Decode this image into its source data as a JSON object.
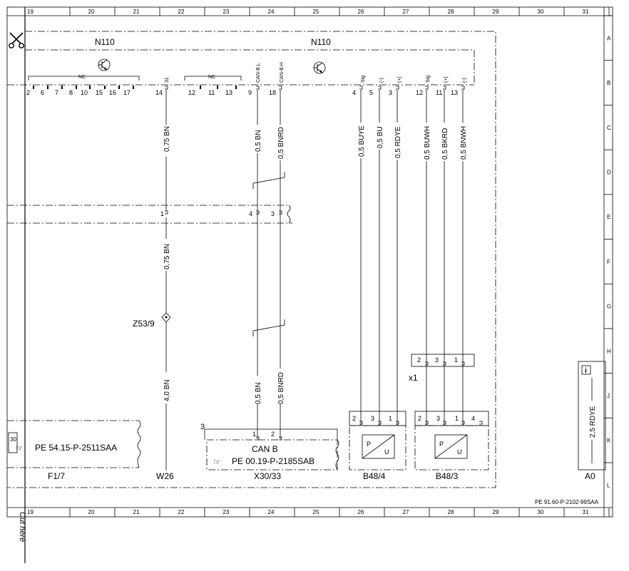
{
  "grid": {
    "columns": [
      "19",
      "20",
      "21",
      "22",
      "23",
      "24",
      "25",
      "26",
      "27",
      "28",
      "29",
      "30",
      "31"
    ],
    "rows": [
      "A",
      "B",
      "C",
      "D",
      "E",
      "F",
      "G",
      "H",
      "J",
      "K",
      "L"
    ]
  },
  "cut_label": "Cut here",
  "doc_ref": "PE 91.60-P-2102-99SAA",
  "n110": {
    "label_left": "N110",
    "label_right": "N110",
    "nc_left": "NC",
    "nc_right": "NC",
    "pins_left_group": [
      "2",
      "6",
      "7",
      "8",
      "10",
      "15",
      "16",
      "17"
    ],
    "pin14": "14",
    "pin14_sup": "31",
    "pins_mid_group": [
      "12",
      "11",
      "13"
    ],
    "pin9": "9",
    "pin9_sup": "CAN-B L",
    "pin18": "18",
    "pin18_sup": "CAN-B H",
    "pins_b48_4": [
      {
        "num": "4",
        "sup": "Sig"
      },
      {
        "num": "5",
        "sup": "(-)"
      },
      {
        "num": "3",
        "sup": "(+)"
      }
    ],
    "pins_b48_3": [
      {
        "num": "12",
        "sup": "Sig"
      },
      {
        "num": "11",
        "sup": "(+)"
      },
      {
        "num": "13",
        "sup": "(-)"
      }
    ]
  },
  "wires": {
    "w14_top": "0,75 BN",
    "w14_mid": "0,75 BN",
    "w14_bot": "4,0 BN",
    "w9_top": "0,5 BN",
    "w18_top": "0,5 BNRD",
    "w9_bot": "0,5 BN",
    "w18_bot": "0,5 BNRD",
    "b48_4": [
      "0,5 BUYE",
      "0,5 BU",
      "0,5 RDYE"
    ],
    "b48_3": [
      "0,5 BUWH",
      "0,5 BKRD",
      "0,5 BNWH"
    ],
    "a0": "2,5 RDYE"
  },
  "harness_pins": {
    "p1": "1",
    "p4": "4",
    "p3": "3"
  },
  "splice": "Z53/9",
  "x1": {
    "label": "x1",
    "pins": [
      "2",
      "3",
      "1"
    ]
  },
  "f17": {
    "label": "F1/7",
    "pin": "30",
    "ref": "PE 54.15-P-2511SAA"
  },
  "w26": {
    "label": "W26"
  },
  "x30": {
    "label": "X30/33",
    "num": "3",
    "name": "CAN B",
    "ref": "PE 00.19-P-2185SAB",
    "pins": [
      "1",
      "2"
    ]
  },
  "b48_4": {
    "label": "B48/4",
    "pins": [
      "2",
      "3",
      "1"
    ],
    "p": "P",
    "u": "U"
  },
  "b48_3": {
    "label": "B48/3",
    "pins": [
      "2",
      "3",
      "1",
      "4"
    ],
    "p": "P",
    "u": "U"
  },
  "a0": {
    "label": "A0",
    "info": "i"
  }
}
